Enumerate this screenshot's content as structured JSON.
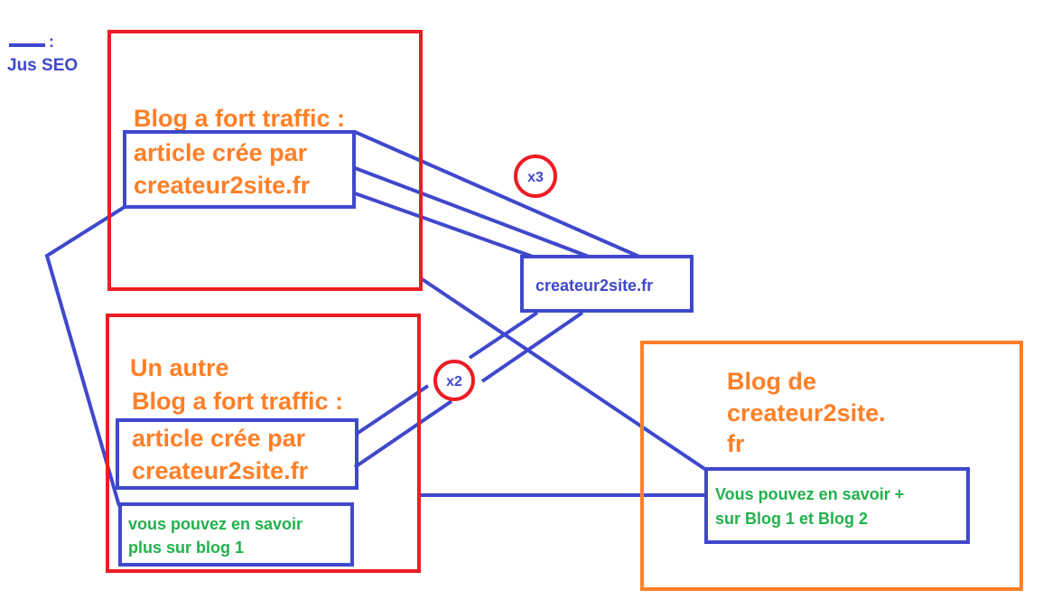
{
  "legend": {
    "label": "Jus SEO",
    "colon": ":"
  },
  "blog1": {
    "line1": "Blog a fort traffic :",
    "line2": "article crée par",
    "line3": "createur2site.fr"
  },
  "blog2": {
    "line0": "Un autre",
    "line1": "Blog a fort traffic :",
    "line2": "article crée par",
    "line3": "createur2site.fr",
    "link_line1": "vous pouvez en savoir",
    "link_line2": "plus sur blog 1"
  },
  "target": {
    "label": "createur2site.fr"
  },
  "own_blog": {
    "line1": "Blog de",
    "line2": "createur2site.",
    "line3": "fr",
    "link_line1": "Vous pouvez en savoir +",
    "link_line2": "sur Blog 1 et Blog 2"
  },
  "multipliers": {
    "top": "x3",
    "bottom": "x2"
  },
  "colors": {
    "link": "#3f48cc",
    "blog_box": "#ed1c24",
    "own_blog_box": "#ff7f27",
    "title": "#ff7f27",
    "link_text": "#22b14c"
  }
}
